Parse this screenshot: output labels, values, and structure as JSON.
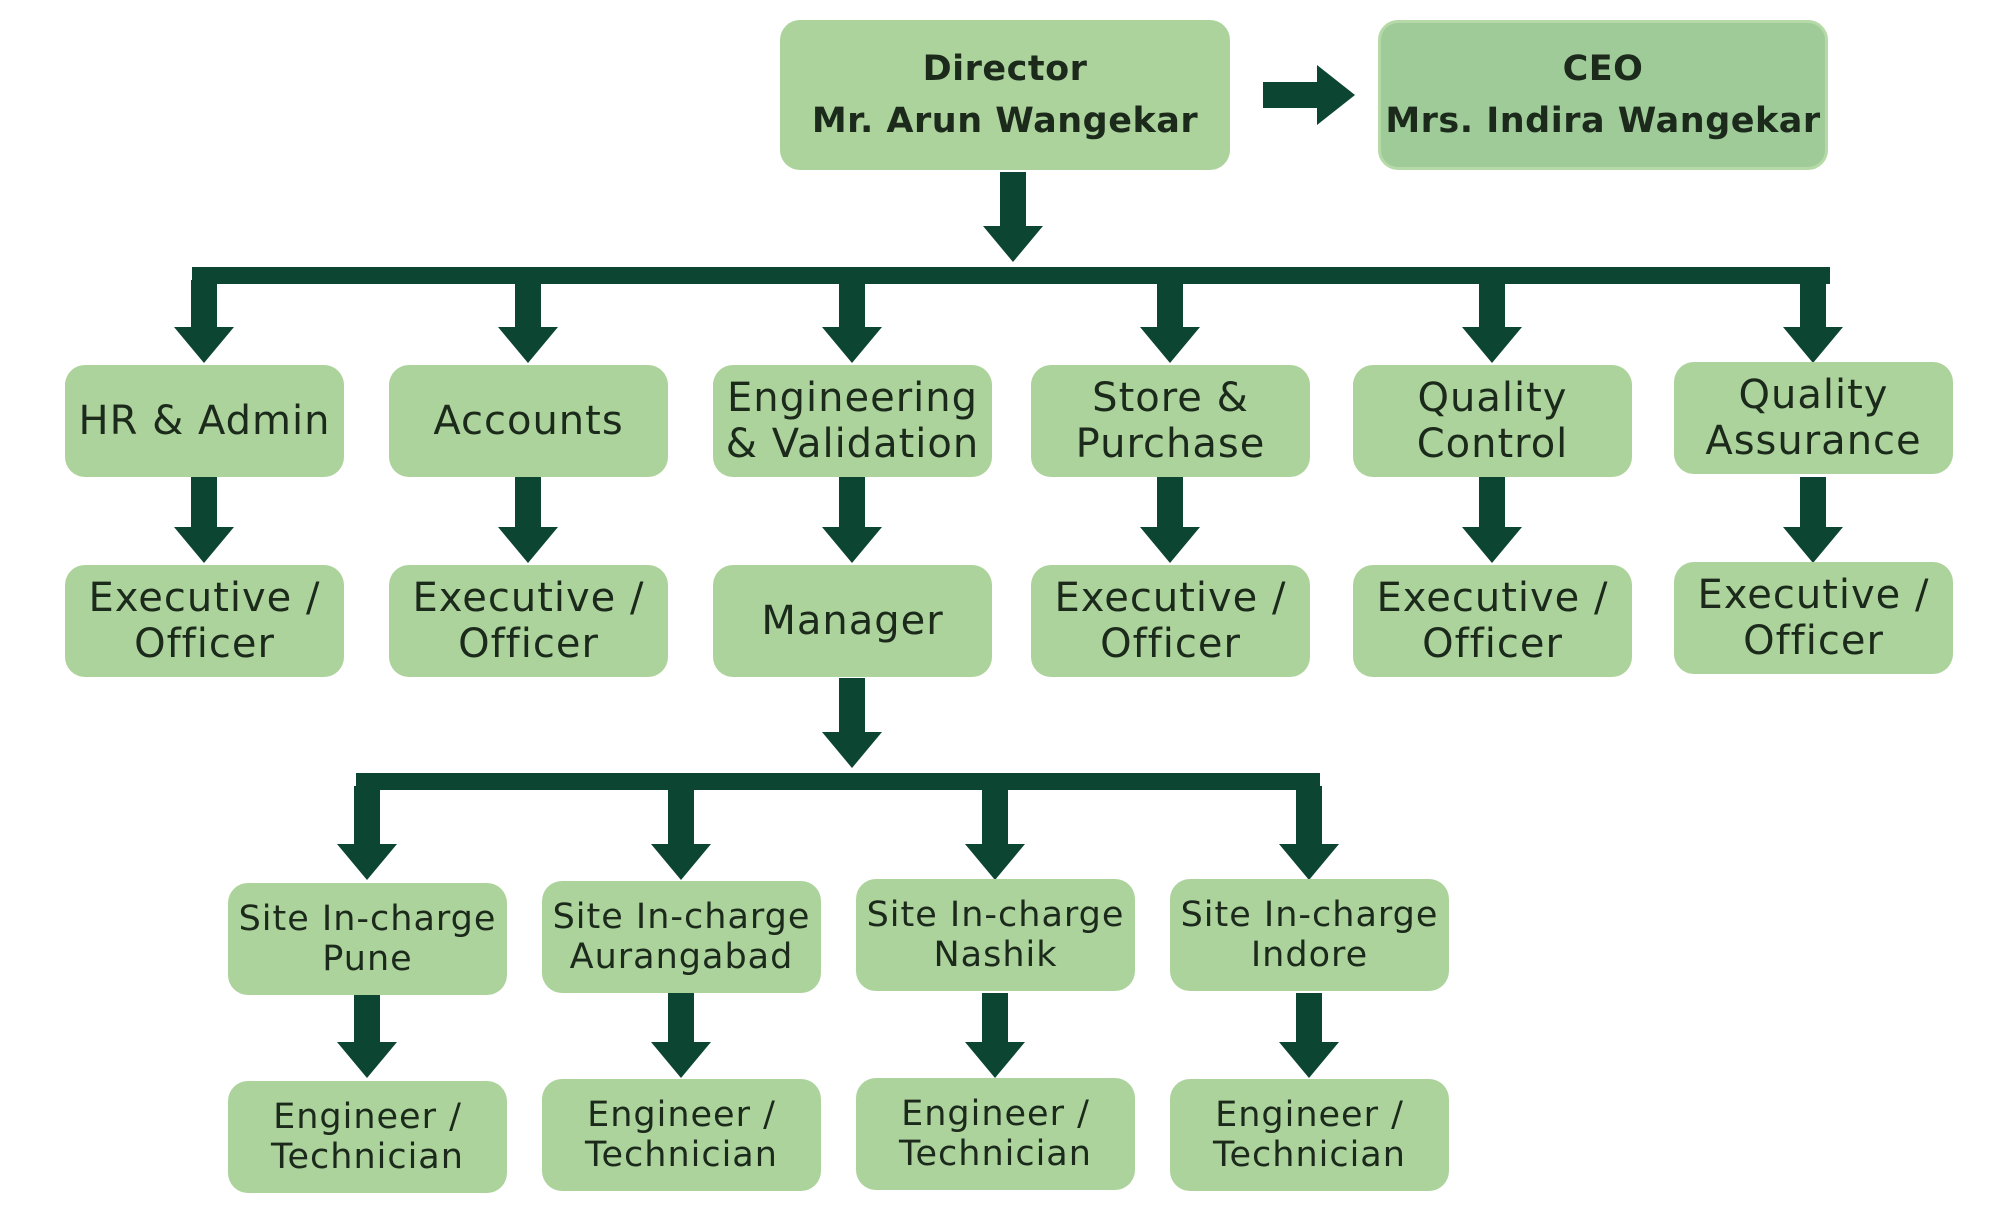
{
  "colors": {
    "box_fill": "#acd39c",
    "ceo_fill": "#9fcb98",
    "connector": "#0c4633",
    "text": "#1c2a1c"
  },
  "director": {
    "title": "Director",
    "name": "Mr. Arun Wangekar"
  },
  "ceo": {
    "title": "CEO",
    "name": "Mrs. Indira Wangekar"
  },
  "departments": [
    {
      "label": "HR & Admin",
      "staff": "Executive /\nOfficer"
    },
    {
      "label": "Accounts",
      "staff": "Executive /\nOfficer"
    },
    {
      "label": "Engineering\n& Validation",
      "staff": "Manager"
    },
    {
      "label": "Store &\nPurchase",
      "staff": "Executive /\nOfficer"
    },
    {
      "label": "Quality\nControl",
      "staff": "Executive /\nOfficer"
    },
    {
      "label": "Quality\nAssurance",
      "staff": "Executive /\nOfficer"
    }
  ],
  "sites": [
    {
      "label": "Site In-charge\nPune",
      "staff": "Engineer /\nTechnician"
    },
    {
      "label": "Site In-charge\nAurangabad",
      "staff": "Engineer /\nTechnician"
    },
    {
      "label": "Site In-charge\nNashik",
      "staff": "Engineer /\nTechnician"
    },
    {
      "label": "Site In-charge\nIndore",
      "staff": "Engineer /\nTechnician"
    }
  ]
}
